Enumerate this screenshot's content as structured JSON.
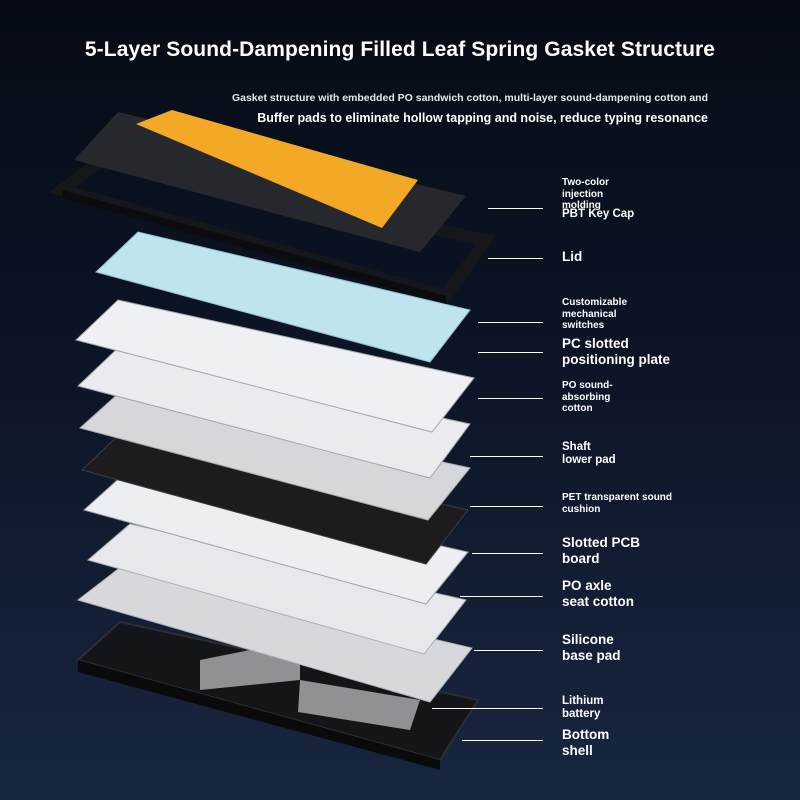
{
  "header": {
    "title": "5-Layer Sound-Dampening Filled Leaf Spring Gasket Structure",
    "subtitle_line1": "Gasket structure with embedded PO sandwich cotton, multi-layer sound-dampening cotton and",
    "subtitle_line2": "Buffer pads to eliminate hollow tapping and noise, reduce typing resonance"
  },
  "labels": {
    "keycap_note": [
      "Two-color",
      "injection",
      "molding"
    ],
    "keycap": "PBT Key Cap",
    "lid": "Lid",
    "switches": [
      "Customizable",
      "mechanical",
      "switches"
    ],
    "pc_plate": [
      "PC slotted",
      "positioning plate"
    ],
    "po_sound": [
      "PO sound-",
      "absorbing",
      "cotton"
    ],
    "shaft_pad": [
      "Shaft",
      "lower pad"
    ],
    "pet_cushion": [
      "PET transparent sound",
      "cushion"
    ],
    "pcb": [
      "Slotted PCB",
      "board"
    ],
    "po_axle": [
      "PO axle",
      "seat cotton"
    ],
    "silicone": [
      "Silicone",
      "base pad"
    ],
    "battery": [
      "Lithium",
      "battery"
    ],
    "bottom": [
      "Bottom",
      "shell"
    ]
  },
  "colors": {
    "keycap_orange": "#f3a925",
    "keycap_dark": "#26282d",
    "lid": "#16171b",
    "switch_blue": "#bfe4ee",
    "plate_white": "#eef0f3",
    "cotton": "#e8eaee",
    "pet": "#1c1c1f",
    "silicone": "#d6d8dc",
    "battery": "#8f9194",
    "shell": "#141518"
  },
  "icons": [
    "keyboard-exploded-illustration"
  ]
}
